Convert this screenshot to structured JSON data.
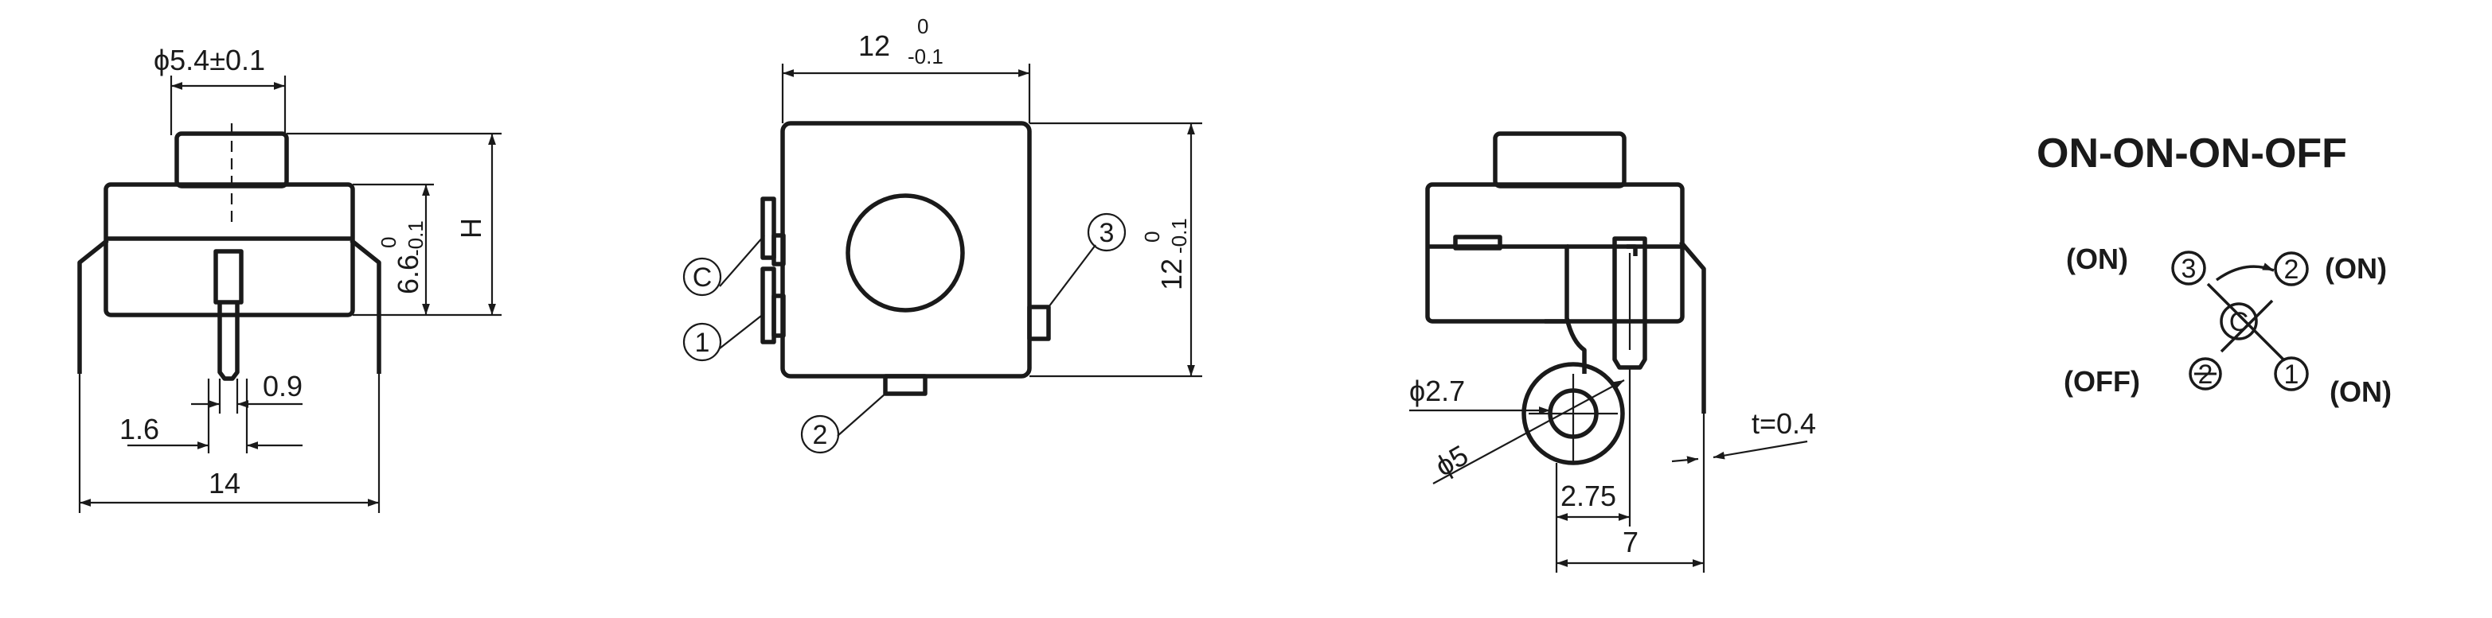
{
  "colors": {
    "line": "#1a1a1a",
    "background": "#ffffff"
  },
  "view1": {
    "knob_dia": "ϕ5.4±0.1",
    "body_height_main": "6.6",
    "body_height_upper": "0",
    "body_height_lower": "-0.1",
    "total_height": "H",
    "pin_width": "0.9",
    "pin_pitch": "1.6",
    "overall_width": "14"
  },
  "view2": {
    "width_main": "12",
    "width_upper": "0",
    "width_lower": "-0.1",
    "height_main": "12",
    "height_upper": "0",
    "height_lower": "-0.1",
    "pins": {
      "c": "C",
      "p1": "1",
      "p2": "2",
      "p3": "3"
    }
  },
  "view3": {
    "hole_dia": "ϕ2.7",
    "ring_dia": "ϕ5",
    "offset": "2.75",
    "width": "7",
    "thickness": "t=0.4"
  },
  "schematic": {
    "title": "ON-ON-ON-OFF",
    "center": "C",
    "pins": {
      "p1": "1",
      "p2": "2",
      "p3": "3",
      "p_off": "2"
    },
    "states": {
      "s_top_left": "(ON)",
      "s_top_right": "(ON)",
      "s_bottom_left": "(OFF)",
      "s_bottom_right": "(ON)"
    }
  }
}
